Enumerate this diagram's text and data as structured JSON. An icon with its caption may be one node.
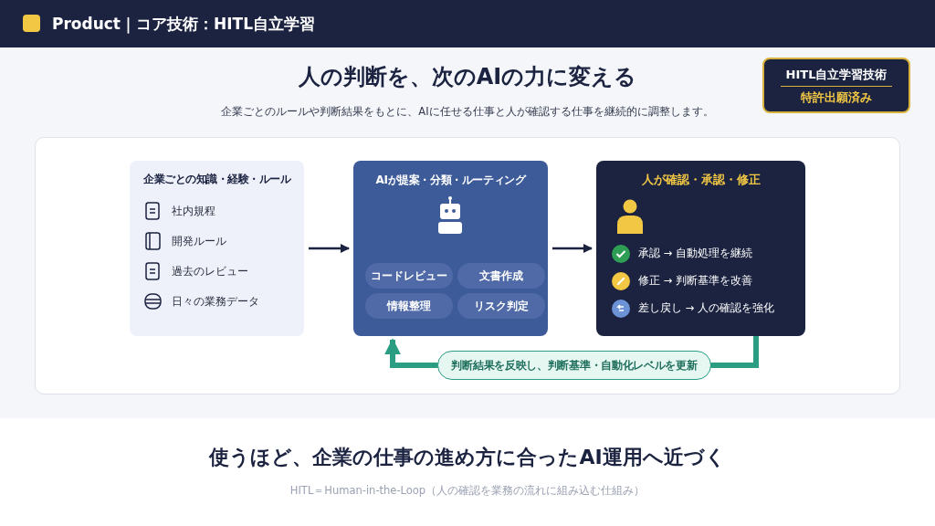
{
  "diagram": {
    "title": "人の判断を、次のAIの力に変える",
    "nodes": [
      {
        "text": [
          "企業ごとの知識・経験・ルール",
          "社内規程",
          "開発ルール",
          "過去のレビュー",
          "日々の業務データ"
        ]
      },
      {
        "text": [
          "AIが提案・分類・ルーティング"
        ]
      },
      {
        "text": [
          "コードレビュー"
        ],
        "in": 1
      },
      {
        "text": [
          "文書作成"
        ],
        "in": 1
      },
      {
        "text": [
          "情報整理"
        ],
        "in": 1
      },
      {
        "text": [
          "リスク判定"
        ],
        "in": 1
      },
      {
        "text": [
          "人が確認・承認・修正",
          "承認 → 自動処理を継続",
          "修正 → 判断基準を改善",
          "差し戻し → 人の確認を強化"
        ]
      },
      {
        "text": [
          "HITL自立学習技術",
          "特許出願済み"
        ]
      }
    ],
    "edges": [
      {
        "from": 0,
        "to": 1,
        "arrow": "to"
      },
      {
        "from": 1,
        "to": 6,
        "arrow": "to"
      },
      {
        "from": 6,
        "to": 1,
        "arrow": "to",
        "label": "判断結果を反映し、判断基準・自動化レベルを更新",
        "style": "thick",
        "color": "#2a9d83"
      }
    ],
    "labels": [
      "Product｜コア技術：HITL自立学習",
      "企業ごとのルールや判断結果をもとに、AIに任せる仕事と人が確認する仕事を継続的に調整します。",
      "使うほど、企業の仕事の進め方に合ったAI運用へ近づく",
      "HITL＝Human-in-the-Loop（人の確認を業務の流れに組み込む仕組み）"
    ]
  }
}
